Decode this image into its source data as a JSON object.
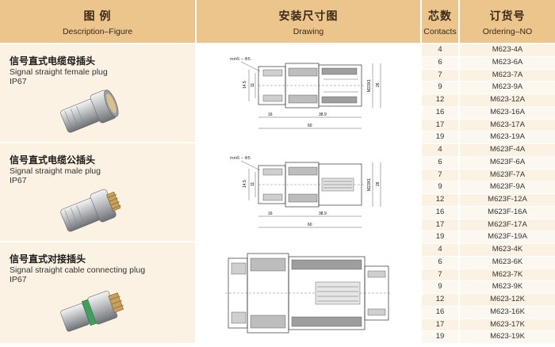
{
  "header": {
    "figure_cn": "图    例",
    "figure_en": "Description–Figure",
    "drawing_cn": "安装尺寸图",
    "drawing_en": "Drawing",
    "contacts_cn": "芯数",
    "contacts_en": "Contacts",
    "ordering_cn": "订货号",
    "ordering_en": "Ordering–NO"
  },
  "sections": [
    {
      "title": "信号直式电缆母插头",
      "subtitle": "Signal straight female plug",
      "rating": "IP67",
      "drawing": {
        "thread": "M23X1",
        "d1": "14.5",
        "d2": "11",
        "h": "26",
        "l1": "16",
        "l2": "38.9",
        "total": "60",
        "tag": "mm5 – Φ5"
      }
    },
    {
      "title": "信号直式电缆公插头",
      "subtitle": "Signal straight male plug",
      "rating": "IP67",
      "drawing": {
        "thread": "M23X1",
        "d1": "14.5",
        "d2": "11",
        "h": "26",
        "l1": "16",
        "l2": "38.9",
        "total": "60",
        "tag": "mm5 – Φ5"
      }
    },
    {
      "title": "信号直式对接插头",
      "subtitle": "Signal straight cable connecting plug",
      "rating": "IP67"
    }
  ],
  "orders": [
    {
      "contacts": "4",
      "code": "M623-4A"
    },
    {
      "contacts": "6",
      "code": "M623-6A"
    },
    {
      "contacts": "7",
      "code": "M623-7A"
    },
    {
      "contacts": "9",
      "code": "M623-9A"
    },
    {
      "contacts": "12",
      "code": "M623-12A"
    },
    {
      "contacts": "16",
      "code": "M623-16A"
    },
    {
      "contacts": "17",
      "code": "M623-17A"
    },
    {
      "contacts": "19",
      "code": "M623-19A"
    },
    {
      "contacts": "4",
      "code": "M623F-4A"
    },
    {
      "contacts": "6",
      "code": "M623F-6A"
    },
    {
      "contacts": "7",
      "code": "M623F-7A"
    },
    {
      "contacts": "9",
      "code": "M623F-9A"
    },
    {
      "contacts": "12",
      "code": "M623F-12A"
    },
    {
      "contacts": "16",
      "code": "M623F-16A"
    },
    {
      "contacts": "17",
      "code": "M623F-17A"
    },
    {
      "contacts": "19",
      "code": "M623F-19A"
    },
    {
      "contacts": "4",
      "code": "M623-4K"
    },
    {
      "contacts": "6",
      "code": "M623-6K"
    },
    {
      "contacts": "7",
      "code": "M623-7K"
    },
    {
      "contacts": "9",
      "code": "M623-9K"
    },
    {
      "contacts": "12",
      "code": "M623-12K"
    },
    {
      "contacts": "16",
      "code": "M623-16K"
    },
    {
      "contacts": "17",
      "code": "M623-17K"
    },
    {
      "contacts": "19",
      "code": "M623-19K"
    }
  ],
  "colors": {
    "header_bg": "#ecc58c",
    "section_bg": "#fbf2e4",
    "row_alt": "#fdf8ef"
  }
}
